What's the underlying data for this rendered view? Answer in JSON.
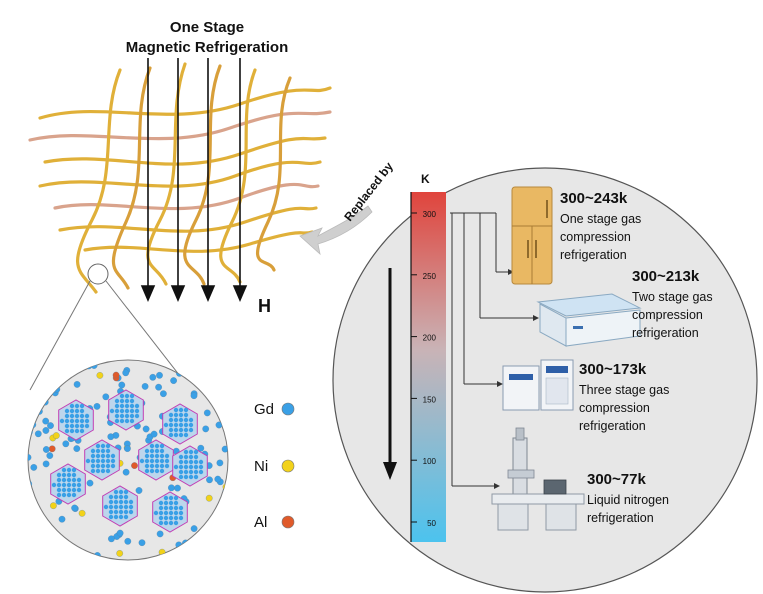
{
  "title_line1": "One Stage",
  "title_line2": "Magnetic Refrigeration",
  "field_label": "H",
  "replaced_by": "Replaced by",
  "unit": "K",
  "ticks": [
    "300",
    "250",
    "200",
    "150",
    "100",
    "50"
  ],
  "legend": [
    {
      "label": "Gd",
      "color": "#3aa0e6"
    },
    {
      "label": "Ni",
      "color": "#f2d21a"
    },
    {
      "label": "Al",
      "color": "#e05a2a"
    }
  ],
  "methods": [
    {
      "range": "300~243k",
      "desc": [
        "One stage gas",
        "compression",
        "refrigeration"
      ],
      "icon": "fridge-icon"
    },
    {
      "range": "300~213k",
      "desc": [
        "Two stage gas",
        "compression",
        "refrigeration"
      ],
      "icon": "freezer-icon"
    },
    {
      "range": "300~173k",
      "desc": [
        "Three stage gas",
        "compression",
        "refrigeration"
      ],
      "icon": "ultra-freezer-icon"
    },
    {
      "range": "300~77k",
      "desc": [
        "Liquid nitrogen",
        "refrigeration"
      ],
      "icon": "nitrogen-instrument-icon"
    }
  ],
  "colors": {
    "wire": "#e0b039",
    "wire_pink": "#d9a38c",
    "circle_bg": "#e7e7e7",
    "bar_top": "#e0443c",
    "bar_bottom": "#4cc3ee",
    "grain_outline": "#c23fb4"
  }
}
